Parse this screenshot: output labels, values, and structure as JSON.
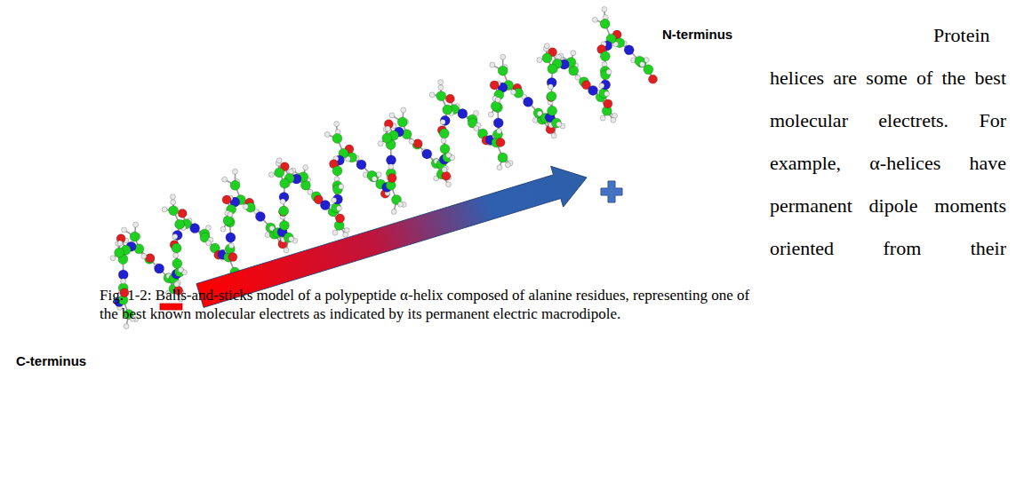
{
  "diagram": {
    "caption": "Fig. 1-2: Balls-and-sticks model of a polypeptide α-helix composed of alanine residues, representing one of the best known molecular electrets as indicated by its permanent electric macrodipole.",
    "labels": [
      "N-terminus",
      "C-terminus",
      "Protein helices are some of the best molecular electrets. For example, α-helices have permanent dipole moments oriented from their"
    ]
  }
}
